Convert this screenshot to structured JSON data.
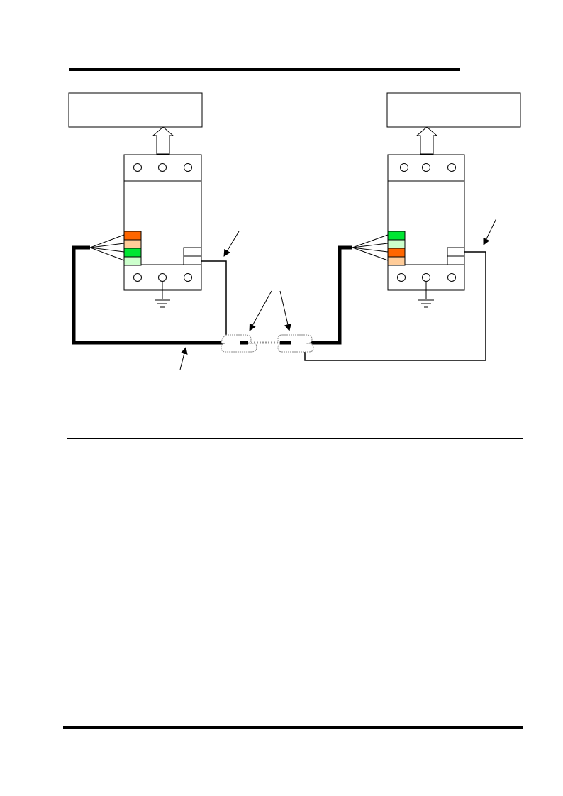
{
  "colors": {
    "line": "#000000",
    "background": "#ffffff",
    "led_orange": "#ff6600",
    "led_peach": "#ffcc99",
    "led_green": "#00e633",
    "led_light_green": "#ccffcc",
    "splice_fill": "#ffffff",
    "splice_outline": "#666666"
  },
  "devices": [
    {
      "id": "left",
      "leds": [
        "led_orange",
        "led_peach",
        "led_green",
        "led_light_green"
      ]
    },
    {
      "id": "right",
      "leds": [
        "led_green",
        "led_light_green",
        "led_orange",
        "led_peach"
      ]
    }
  ],
  "icons": {
    "up_arrow": "hollow-up-arrow-icon",
    "ground": "ground-symbol-icon",
    "terminal": "screw-terminal-icon",
    "pointer": "pointer-arrow-icon",
    "splice": "cable-splice-icon"
  }
}
